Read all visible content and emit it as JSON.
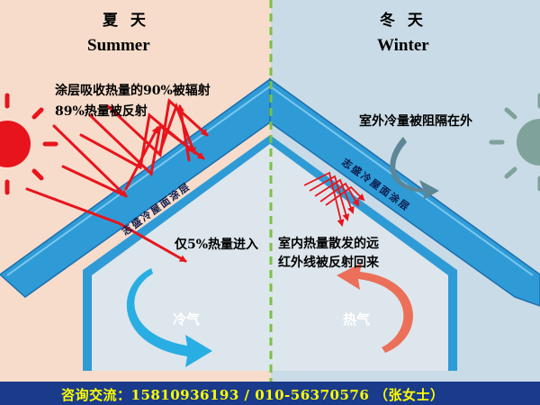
{
  "colors": {
    "summer_bg": "#f7dccb",
    "winter_bg": "#c9dbe6",
    "roof": "#2e9bd6",
    "roof_edge": "#1b6fb0",
    "divider": "#7ac143",
    "ray": "#e8141c",
    "cold_flow": "#29aee3",
    "warm_flow": "#ec6f5a",
    "winter_arrow": "#5d8696",
    "contact_bar": "#1a3a8c",
    "contact_text": "#ffff00"
  },
  "summer": {
    "title_cn": "夏 天",
    "title_en": "Summer",
    "note_absorb": "涂层吸收热量的90%被辐射",
    "note_reflect": "89%热量被反射",
    "note_enter": "仅5%热量进入",
    "flow_label": "冷气",
    "sun_icon": "sun-icon"
  },
  "winter": {
    "title_cn": "冬 天",
    "title_en": "Winter",
    "note_block": "室外冷量被阻隔在外",
    "note_ir_line1": "室内热量散发的远",
    "note_ir_line2": "红外线被反射回来",
    "flow_label": "热气",
    "sun_icon": "cold-sun-icon"
  },
  "roof_label_left": "志盛冷屋面涂层",
  "roof_label_right": "志盛冷屋面涂层",
  "contact": "咨询交流：15810936193 / 010-56370576 （张女士）"
}
